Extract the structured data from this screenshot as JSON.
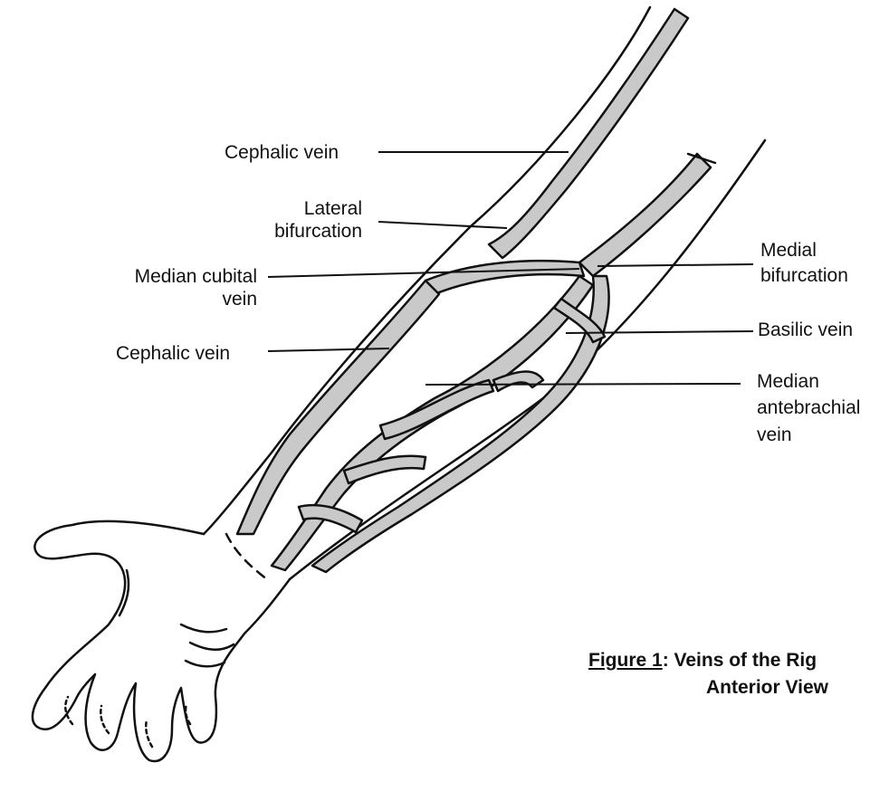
{
  "labels": {
    "cephalic_upper": "Cephalic vein",
    "lateral_bifurcation_1": "Lateral",
    "lateral_bifurcation_2": "bifurcation",
    "median_cubital_1": "Median cubital",
    "median_cubital_2": "vein",
    "cephalic_lower": "Cephalic vein",
    "medial_bifurcation_1": "Medial",
    "medial_bifurcation_2": "bifurcation",
    "basilic": "Basilic vein",
    "median_antebrachial_1": "Median",
    "median_antebrachial_2": "antebrachial",
    "median_antebrachial_3": "vein"
  },
  "caption": {
    "figure_ref": "Figure 1",
    "title_line1": ": Veins of the Rig",
    "title_line2": "Anterior View"
  },
  "colors": {
    "ink": "#111111",
    "vein_fill": "#c9c9c9"
  }
}
